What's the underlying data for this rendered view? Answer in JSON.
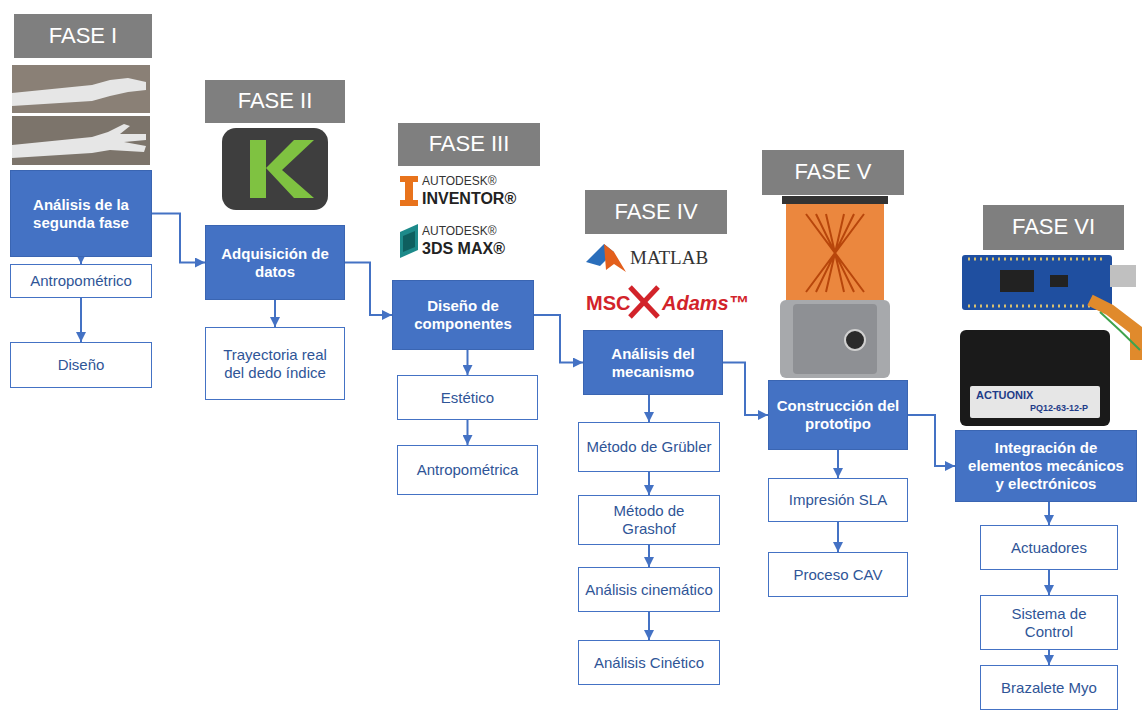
{
  "diagram": {
    "nodes": [
      {
        "text": [
          "FASE I"
        ]
      },
      {
        "text": [
          "Análisis de la segunda fase"
        ]
      },
      {
        "text": [
          "Antropométrico"
        ]
      },
      {
        "text": [
          "Diseño"
        ]
      },
      {
        "text": [
          "FASE II"
        ]
      },
      {
        "text": [
          "Adquisición de datos"
        ]
      },
      {
        "text": [
          "Trayectoria real del dedo índice"
        ]
      },
      {
        "text": [
          "FASE III"
        ]
      },
      {
        "text": [
          "Diseño de componentes"
        ]
      },
      {
        "text": [
          "Estético"
        ]
      },
      {
        "text": [
          "Antropométrica"
        ]
      },
      {
        "text": [
          "FASE IV"
        ]
      },
      {
        "text": [
          "Análisis del mecanismo"
        ]
      },
      {
        "text": [
          "Método de Grübler"
        ]
      },
      {
        "text": [
          "Método de Grashof"
        ]
      },
      {
        "text": [
          "Análisis cinemático"
        ]
      },
      {
        "text": [
          "Análisis Cinético"
        ]
      },
      {
        "text": [
          "FASE V"
        ]
      },
      {
        "text": [
          "Construcción del prototipo"
        ]
      },
      {
        "text": [
          "Impresión SLA"
        ]
      },
      {
        "text": [
          "Proceso CAV"
        ]
      },
      {
        "text": [
          "FASE VI"
        ]
      },
      {
        "text": [
          "Integración de elementos mecánicos y electrónicos"
        ]
      },
      {
        "text": [
          "Actuadores"
        ]
      },
      {
        "text": [
          "Sistema de Control"
        ]
      },
      {
        "text": [
          "Brazalete Myo"
        ]
      }
    ],
    "edges": [
      {
        "from": 1,
        "to": 2,
        "arrow": "to"
      },
      {
        "from": 2,
        "to": 3,
        "arrow": "to"
      },
      {
        "from": 1,
        "to": 5,
        "arrow": "to"
      },
      {
        "from": 5,
        "to": 6,
        "arrow": "to"
      },
      {
        "from": 5,
        "to": 8,
        "arrow": "to"
      },
      {
        "from": 8,
        "to": 9,
        "arrow": "to"
      },
      {
        "from": 9,
        "to": 10,
        "arrow": "to"
      },
      {
        "from": 8,
        "to": 12,
        "arrow": "to"
      },
      {
        "from": 12,
        "to": 13,
        "arrow": "to"
      },
      {
        "from": 13,
        "to": 14,
        "arrow": "to"
      },
      {
        "from": 14,
        "to": 15,
        "arrow": "to"
      },
      {
        "from": 15,
        "to": 16,
        "arrow": "to"
      },
      {
        "from": 12,
        "to": 18,
        "arrow": "to"
      },
      {
        "from": 18,
        "to": 19,
        "arrow": "to"
      },
      {
        "from": 19,
        "to": 20,
        "arrow": "to"
      },
      {
        "from": 18,
        "to": 22,
        "arrow": "to"
      },
      {
        "from": 22,
        "to": 23,
        "arrow": "to"
      },
      {
        "from": 23,
        "to": 24,
        "arrow": "to"
      },
      {
        "from": 24,
        "to": 25,
        "arrow": "to"
      }
    ],
    "labels": [
      "AUTODESK®",
      "INVENTOR®",
      "AUTODESK®",
      "3DS MAX®",
      "MATLAB",
      "MSC",
      "Adams™",
      "ACTUONIX",
      "PQ12-63-12-P"
    ]
  }
}
